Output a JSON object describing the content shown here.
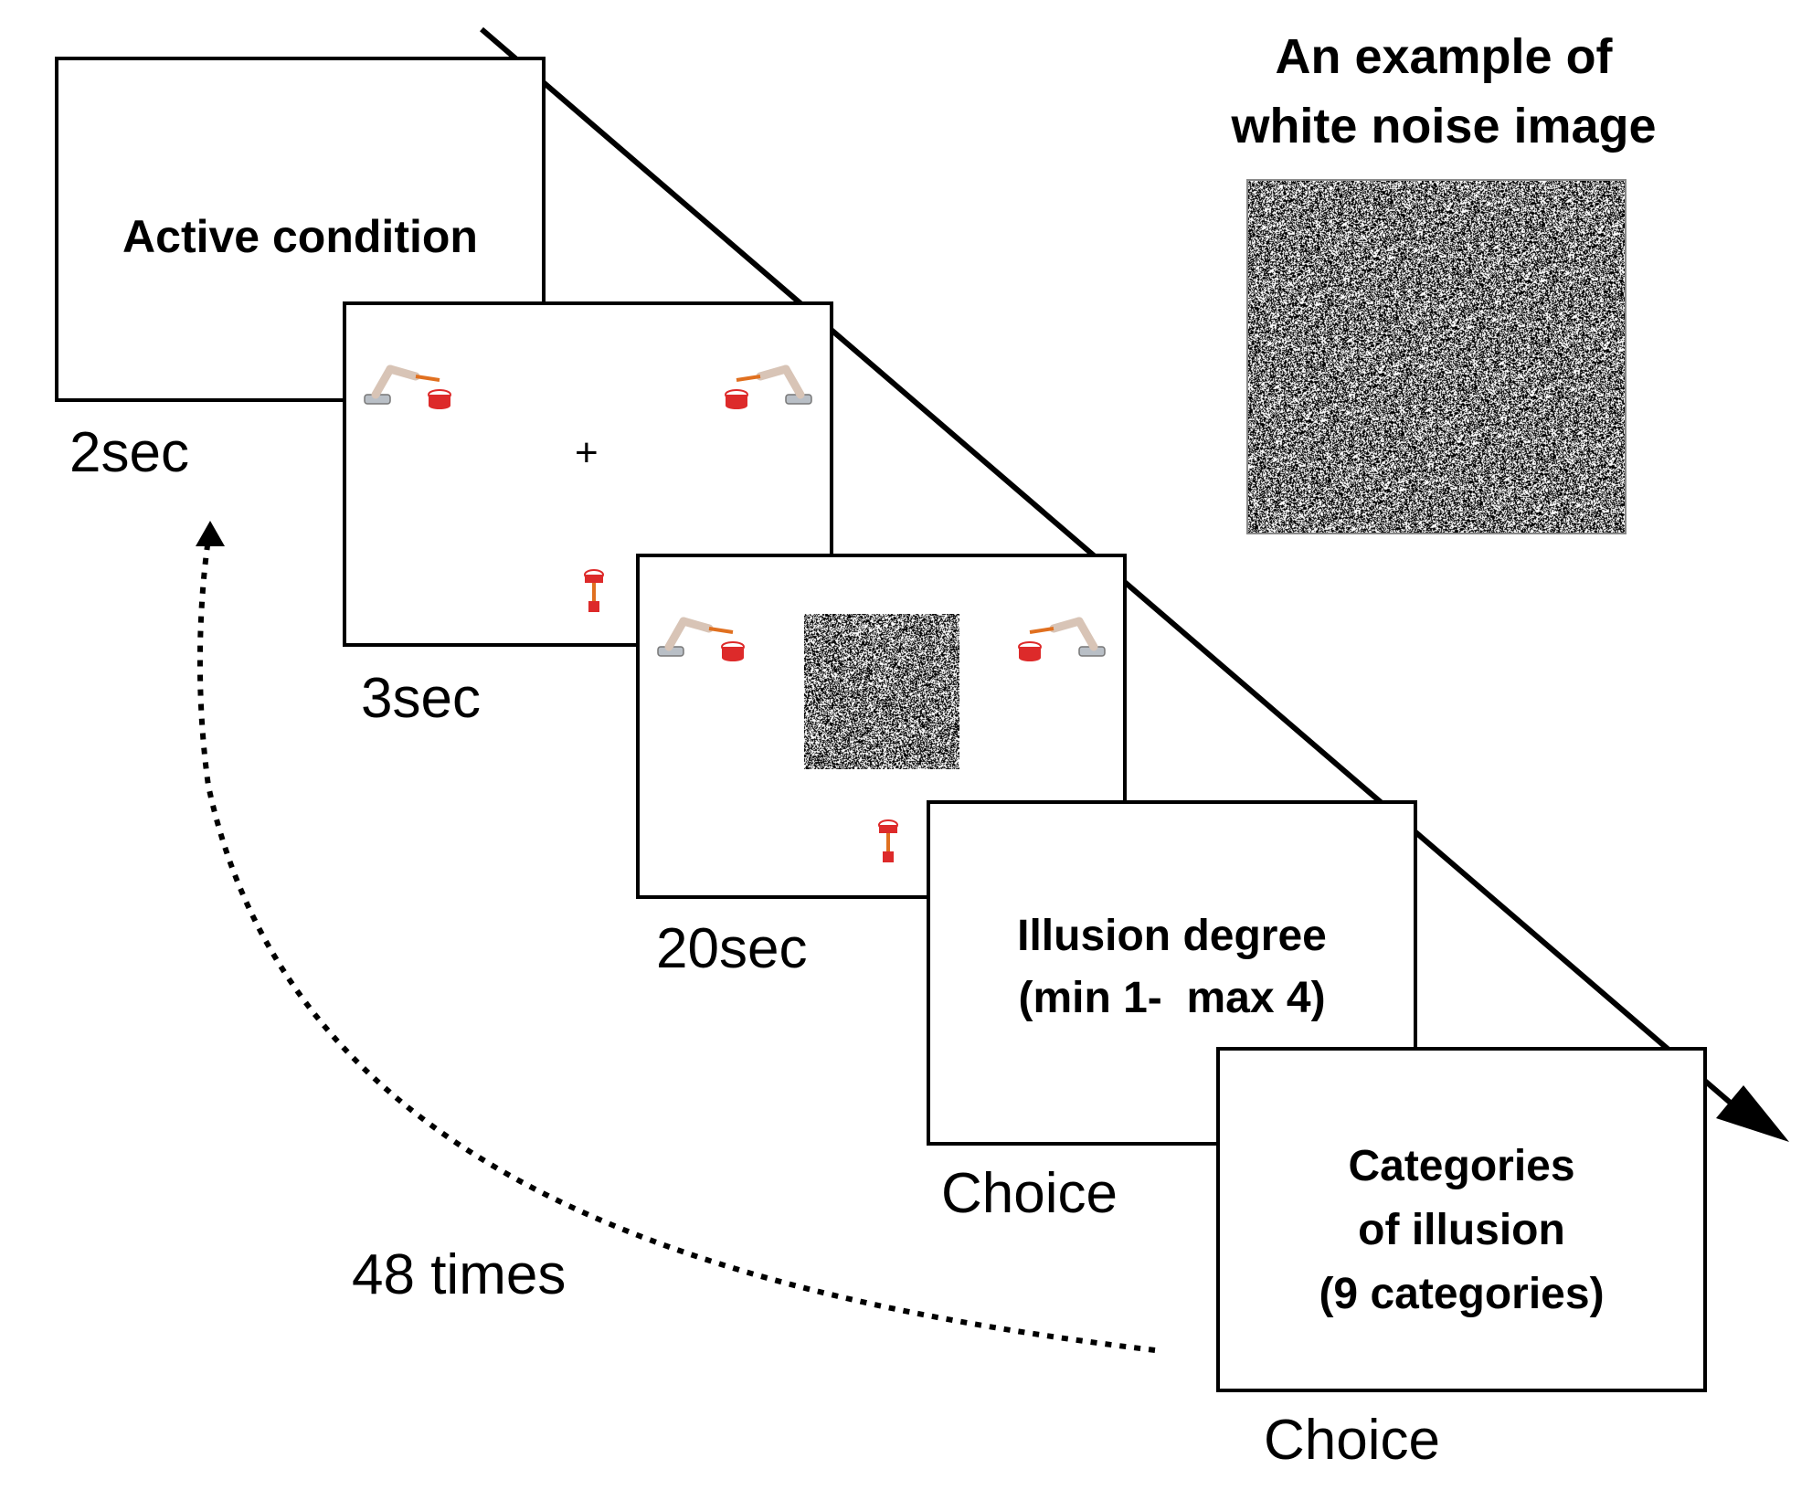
{
  "example": {
    "title_line1": "An example of",
    "title_line2": "white noise image"
  },
  "slides": [
    {
      "id": "instruction",
      "text": "Active condition",
      "duration": "2sec"
    },
    {
      "id": "fixation",
      "center_symbol": "+",
      "duration": "3sec"
    },
    {
      "id": "noise",
      "duration": "20sec"
    },
    {
      "id": "degree",
      "text_line1": "Illusion degree",
      "text_line2": "(min 1-  max 4)",
      "duration": "Choice"
    },
    {
      "id": "categories",
      "text_line1": "Categories",
      "text_line2": "of illusion",
      "text_line3": "(9 categories)",
      "duration": "Choice"
    }
  ],
  "repeat_label": "48 times",
  "icons": [
    "robot-arm-drum-icon",
    "drum-icon",
    "noise-image"
  ],
  "colors": {
    "line": "#000000",
    "arm": "#d8c4b6",
    "stick": "#e07020",
    "drum": "#dd2a2a"
  }
}
